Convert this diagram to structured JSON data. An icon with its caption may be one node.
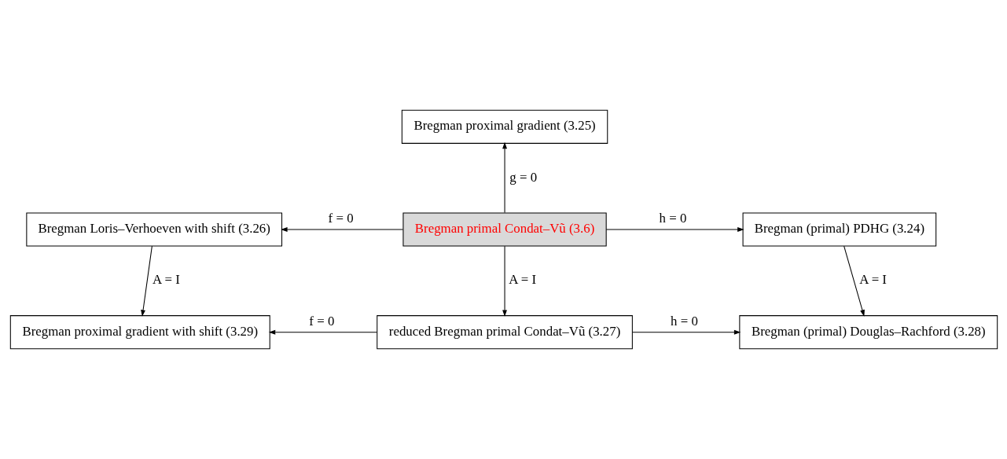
{
  "diagram": {
    "nodes": [
      {
        "text": [
          "Bregman proximal gradient (3.25)"
        ]
      },
      {
        "text": [
          "Bregman Loris–Verhoeven with shift (3.26)"
        ]
      },
      {
        "text": [
          "Bregman primal Condat–Vũ (3.6)"
        ]
      },
      {
        "text": [
          "Bregman (primal) PDHG (3.24)"
        ]
      },
      {
        "text": [
          "Bregman proximal gradient with shift (3.29)"
        ]
      },
      {
        "text": [
          "reduced Bregman primal Condat–Vũ (3.27)"
        ]
      },
      {
        "text": [
          "Bregman (primal) Douglas–Rachford (3.28)"
        ]
      }
    ],
    "edges": [
      {
        "from": 2,
        "to": 0,
        "arrow": "to",
        "label": "g = 0"
      },
      {
        "from": 2,
        "to": 1,
        "arrow": "to",
        "label": "f = 0"
      },
      {
        "from": 2,
        "to": 3,
        "arrow": "to",
        "label": "h = 0"
      },
      {
        "from": 1,
        "to": 4,
        "arrow": "to",
        "label": "A = I"
      },
      {
        "from": 2,
        "to": 5,
        "arrow": "to",
        "label": "A = I"
      },
      {
        "from": 3,
        "to": 6,
        "arrow": "to",
        "label": "A = I"
      },
      {
        "from": 5,
        "to": 4,
        "arrow": "to",
        "label": "f = 0"
      },
      {
        "from": 5,
        "to": 6,
        "arrow": "to",
        "label": "h = 0"
      }
    ]
  }
}
